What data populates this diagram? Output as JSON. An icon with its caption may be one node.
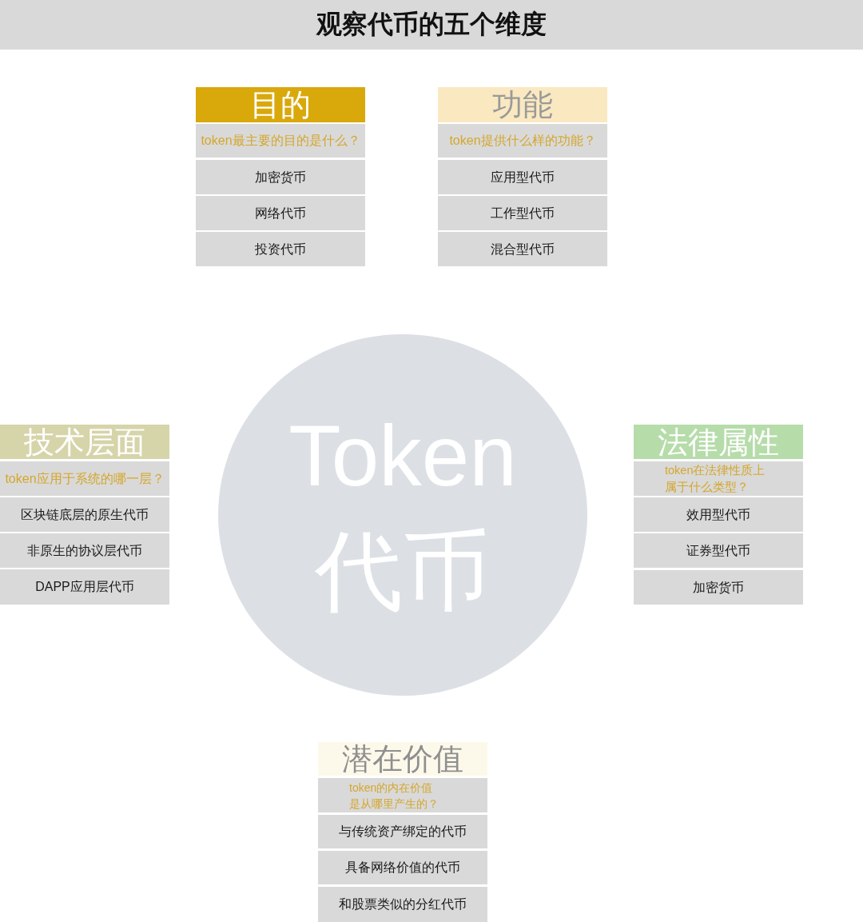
{
  "diagram": {
    "title": "观察代币的五个维度",
    "nodes": [
      {
        "text": [
          "目的"
        ]
      },
      {
        "text": [
          "token最主要的目的是什么？"
        ]
      },
      {
        "text": [
          "加密货币"
        ]
      },
      {
        "text": [
          "网络代币"
        ]
      },
      {
        "text": [
          "投资代币"
        ]
      },
      {
        "text": [
          "功能"
        ]
      },
      {
        "text": [
          "token提供什么样的功能？"
        ]
      },
      {
        "text": [
          "应用型代币"
        ]
      },
      {
        "text": [
          "工作型代币"
        ]
      },
      {
        "text": [
          "混合型代币"
        ]
      },
      {
        "text": [
          "技术层面"
        ]
      },
      {
        "text": [
          "token应用于系统的哪一层？"
        ]
      },
      {
        "text": [
          "区块链底层的原生代币"
        ]
      },
      {
        "text": [
          "非原生的协议层代币"
        ]
      },
      {
        "text": [
          "DAPP应用层代币"
        ]
      },
      {
        "text": [
          "Token",
          "代币"
        ]
      },
      {
        "text": [
          "法律属性"
        ]
      },
      {
        "text": [
          "token在法律性质上属于什么类型？"
        ]
      },
      {
        "text": [
          "效用型代币"
        ]
      },
      {
        "text": [
          "证券型代币"
        ]
      },
      {
        "text": [
          "加密货币"
        ]
      },
      {
        "text": [
          "潜在价值"
        ]
      },
      {
        "text": [
          "token的内在价值是从哪里产生的？"
        ]
      },
      {
        "text": [
          "与传统资产绑定的代币"
        ]
      },
      {
        "text": [
          "具备网络价值的代币"
        ]
      },
      {
        "text": [
          "和股票类似的分红代币"
        ]
      }
    ]
  }
}
